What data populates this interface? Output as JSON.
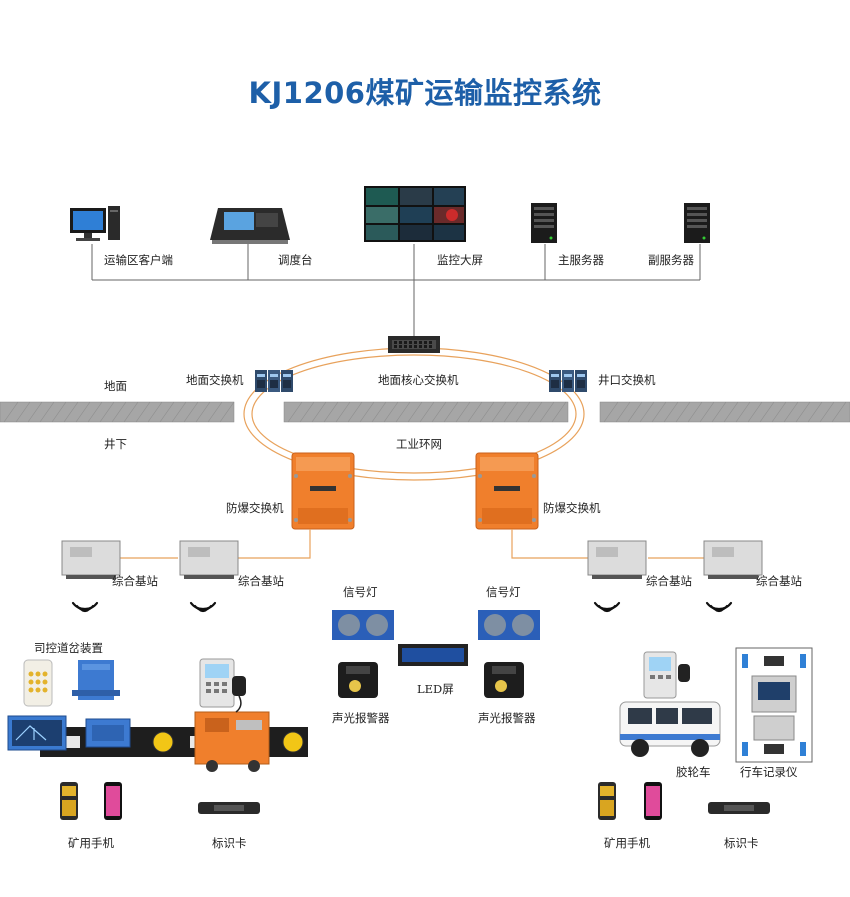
{
  "title": "KJ1206煤矿运输监控系统",
  "labels": {
    "client": "运输区客户端",
    "dispatch": "调度台",
    "bigscreen": "监控大屏",
    "main_server": "主服务器",
    "sub_server": "副服务器",
    "ground_switch": "地面交换机",
    "core_switch": "地面核心交换机",
    "shaft_switch": "井口交换机",
    "ground": "地面",
    "underground": "井下",
    "ring_network": "工业环网",
    "ex_switch_left": "防爆交换机",
    "ex_switch_right": "防爆交换机",
    "base_station_1": "综合基站",
    "base_station_2": "综合基站",
    "base_station_3": "综合基站",
    "base_station_4": "综合基站",
    "signal_lamp_left": "信号灯",
    "signal_lamp_right": "信号灯",
    "led_screen": "LED屏",
    "alarm_left": "声光报警器",
    "alarm_right": "声光报警器",
    "remote_switch_device": "司控道岔装置",
    "rubber_tyre_vehicle": "胶轮车",
    "driving_recorder": "行车记录仪",
    "phone_left": "矿用手机",
    "phone_right": "矿用手机",
    "id_card_left": "标识卡",
    "id_card_right": "标识卡"
  },
  "colors": {
    "title": "#1d5fa8",
    "ring": "#e8a25c",
    "explosion_proof": "#f07f2c",
    "ground_band": "#a6a6a6",
    "line": "#555555"
  }
}
